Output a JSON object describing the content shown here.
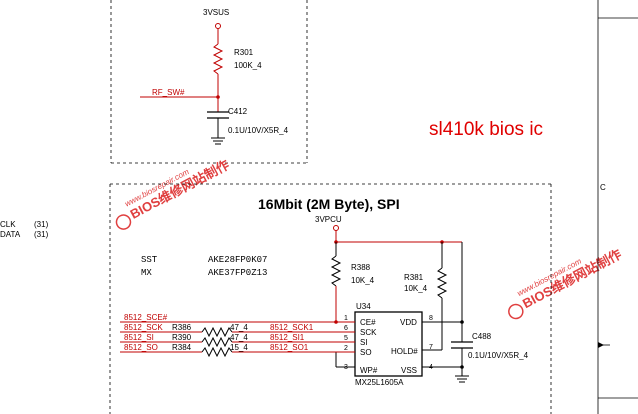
{
  "top_block": {
    "rail": "3VSUS",
    "resistor_ref": "R301",
    "resistor_value": "100K_4",
    "net": "RF_SW#",
    "cap_ref": "C412",
    "cap_value": "0.1U/10V/X5R_4"
  },
  "left_signals": [
    {
      "name": "CLK",
      "value": "(31)"
    },
    {
      "name": "DATA",
      "value": "(31)"
    }
  ],
  "caption": "sl410k bios ic",
  "spi_block": {
    "title": "16Mbit (2M Byte), SPI",
    "rail": "3VPCU",
    "part_table": [
      {
        "vendor": "SST",
        "part": "AKE28FP0K07"
      },
      {
        "vendor": "MX",
        "part": "AKE37FP0Z13"
      }
    ],
    "pullups": [
      {
        "ref": "R388",
        "value": "10K_4"
      },
      {
        "ref": "R381",
        "value": "10K_4"
      }
    ],
    "chip": {
      "ref": "U34",
      "part": "MX25L1605A",
      "left_pins": [
        {
          "label": "CE#",
          "number": "1"
        },
        {
          "label": "SCK",
          "number": "6"
        },
        {
          "label": "SI",
          "number": "5"
        },
        {
          "label": "SO",
          "number": "2"
        },
        {
          "label": "WP#",
          "number": "3"
        }
      ],
      "right_pins": [
        {
          "label": "VDD",
          "number": "8"
        },
        {
          "label": "HOLD#",
          "number": "7"
        },
        {
          "label": "VSS",
          "number": "4"
        }
      ]
    },
    "cap": {
      "ref": "C488",
      "value": "0.1U/10V/X5R_4"
    },
    "nets": [
      {
        "in": "8512_SCE#",
        "res": "",
        "res_value": "",
        "out": ""
      },
      {
        "in": "8512_SCK",
        "res": "R386",
        "res_value": "47_4",
        "out": "8512_SCK1"
      },
      {
        "in": "8512_SI",
        "res": "R390",
        "res_value": "47_4",
        "out": "8512_SI1"
      },
      {
        "in": "8512_SO",
        "res": "R384",
        "res_value": "15_4",
        "out": "8512_SO1"
      }
    ]
  },
  "right_edge": {
    "marker": "C"
  },
  "watermark": {
    "url": "www.biosrepair.com",
    "brand": "BIOS维修网站制作"
  },
  "colors": {
    "net_red": "#c00000",
    "caption_red": "#e00000",
    "watermark": "#e04040",
    "line": "#000000"
  }
}
